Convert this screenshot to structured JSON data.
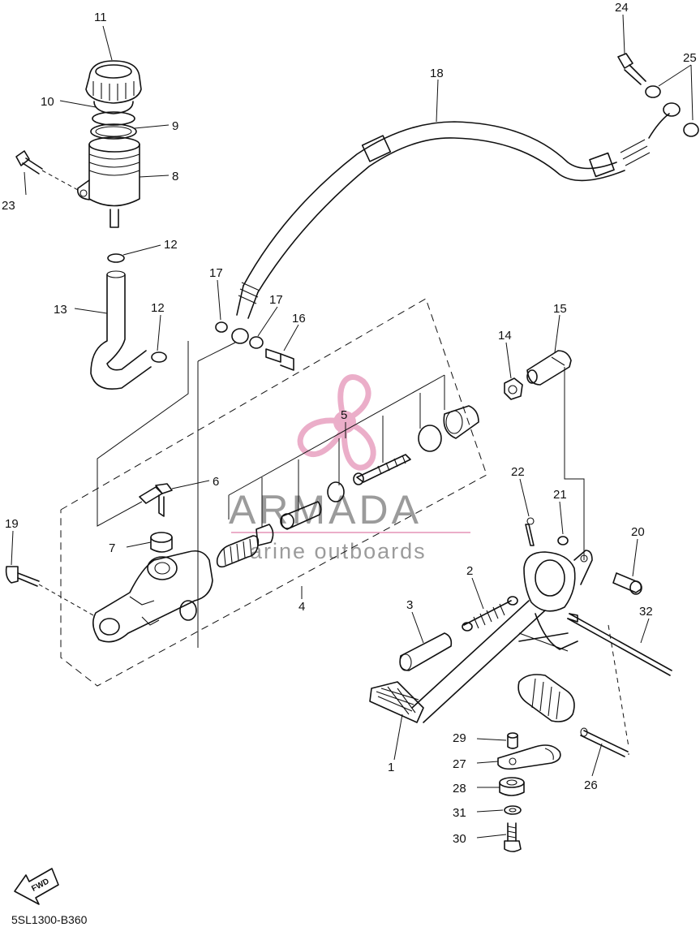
{
  "diagram": {
    "code": "5SL1300-B360",
    "fwd_label": "FWD",
    "watermark": {
      "brand": "ARMADA",
      "tagline": "arine outboards",
      "color": "#e8a0c0"
    },
    "callouts": [
      "1",
      "2",
      "3",
      "4",
      "5",
      "6",
      "7",
      "8",
      "9",
      "10",
      "11",
      "12",
      "12",
      "13",
      "14",
      "15",
      "16",
      "17",
      "17",
      "18",
      "19",
      "20",
      "21",
      "22",
      "23",
      "24",
      "25",
      "26",
      "27",
      "28",
      "29",
      "30",
      "31",
      "32"
    ]
  }
}
